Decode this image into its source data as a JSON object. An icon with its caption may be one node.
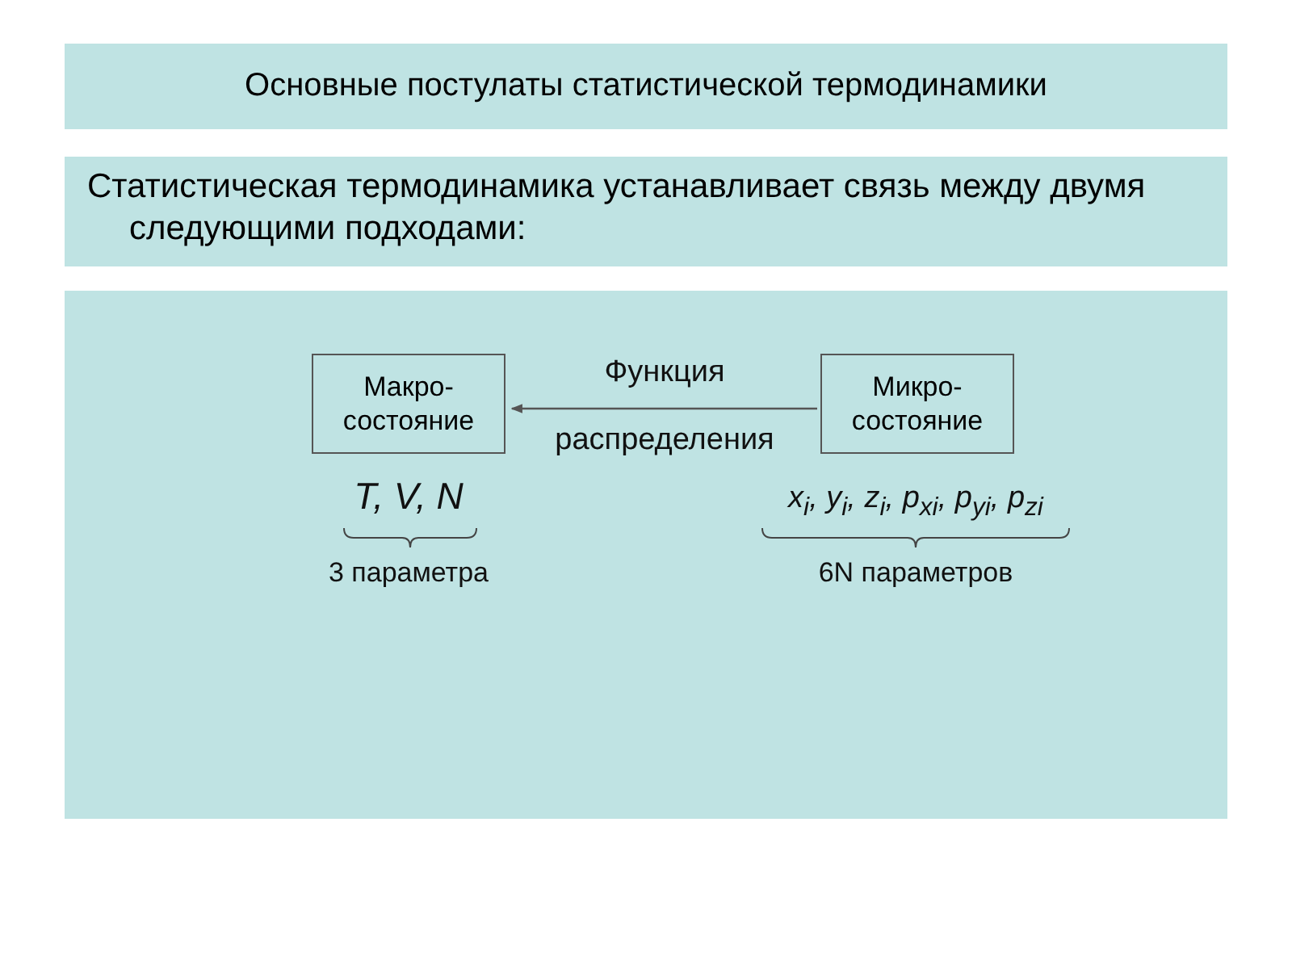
{
  "diagram": {
    "title": "Основные постулаты статистической термодинамики",
    "nodes": [
      {
        "text": [
          "Статистическая термодинамика устанавливает связь между двумя следующими подходами:"
        ]
      },
      {
        "text": [
          "Макро-состояние"
        ]
      },
      {
        "text": [
          "Микро-состояние"
        ]
      }
    ],
    "edges": [
      {
        "from": 2,
        "to": 1,
        "arrow": "to",
        "label": "Функция распределения"
      }
    ],
    "labels": [
      "T, V, N",
      "x$_{i}$, y$_{i}$, z$_{i}$, p$_{xi}$, p$_{yi}$, p$_{zi}$",
      "3 параметра",
      "6N параметров"
    ]
  }
}
